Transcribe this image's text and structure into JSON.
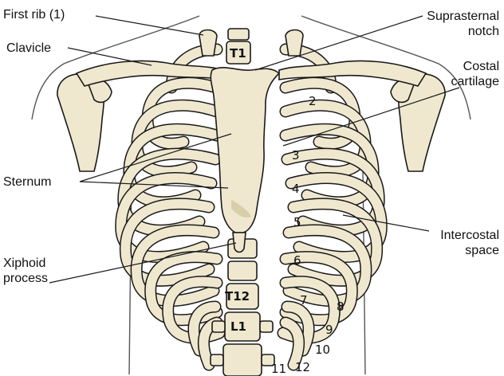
{
  "labels": {
    "first_rib": "First rib (1)",
    "clavicle": "Clavicle",
    "sternum": "Sternum",
    "xiphoid_1": "Xiphoid",
    "xiphoid_2": "process",
    "suprasternal_1": "Suprasternal",
    "suprasternal_2": "notch",
    "costal_1": "Costal",
    "costal_2": "cartilage",
    "intercostal_1": "Intercostal",
    "intercostal_2": "space"
  },
  "rib_numbers": [
    "2",
    "3",
    "4",
    "5",
    "6",
    "7",
    "8",
    "9",
    "10",
    "11",
    "12"
  ],
  "vertebra_labels": {
    "t1": "T1",
    "t12": "T12",
    "l1": "L1"
  },
  "colors": {
    "bone": "#efe8cf",
    "bone_dark": "#d9ceaa",
    "outline": "#1a1a1a",
    "skin": "#555555"
  }
}
